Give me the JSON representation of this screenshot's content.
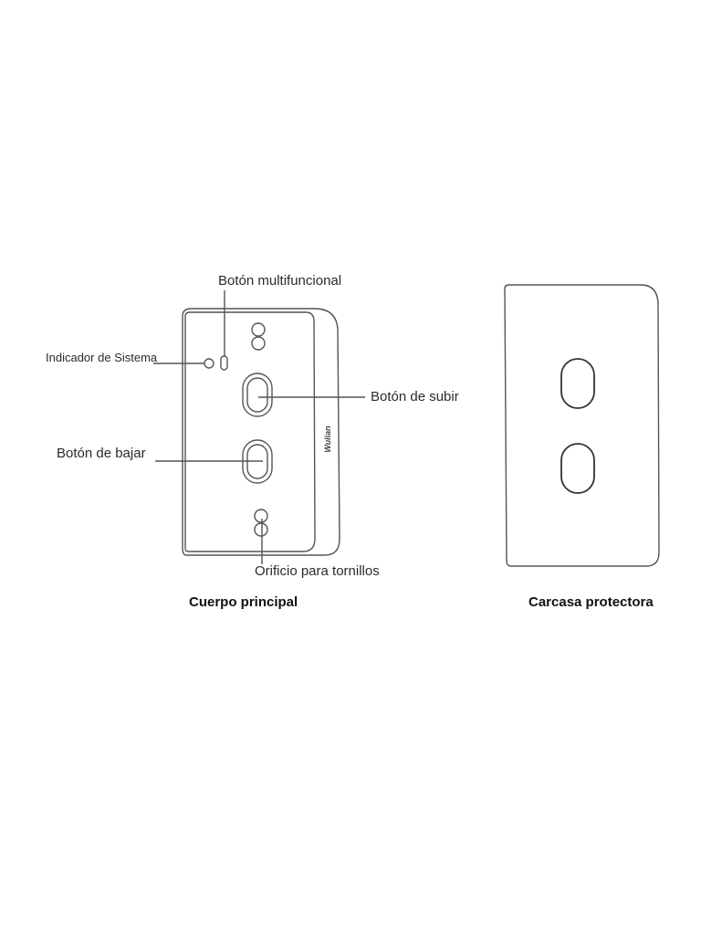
{
  "diagram": {
    "main_body": {
      "caption": "Cuerpo principal",
      "brand_text": "Wulian",
      "callouts": {
        "multifunction_button": "Botón multifuncional",
        "system_indicator": "Indicador de Sistema",
        "up_button": "Botón de subir",
        "down_button": "Botón de bajar",
        "screw_hole": "Orificio para tornillos"
      }
    },
    "protective_cover": {
      "caption": "Carcasa protectora"
    },
    "colors": {
      "line": "#555555",
      "text": "#222222",
      "background": "#ffffff"
    }
  }
}
